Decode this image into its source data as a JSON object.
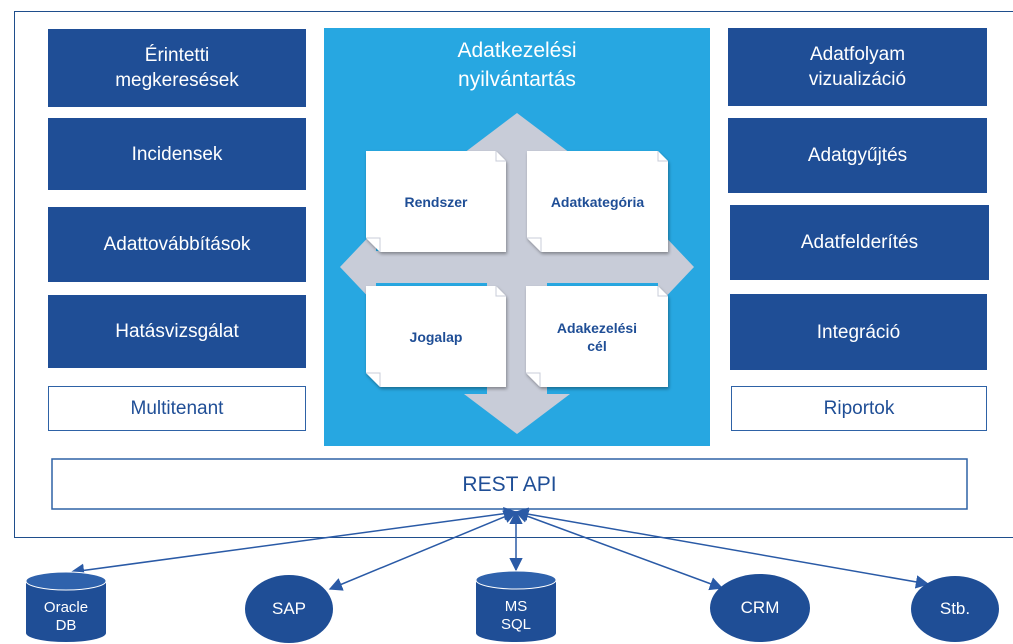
{
  "left_column": [
    {
      "label": "Érintetti megkeresések"
    },
    {
      "label": "Incidensek"
    },
    {
      "label": "Adattovábbítások"
    },
    {
      "label": "Hatásvizsgálat"
    },
    {
      "label": "Multitenant"
    }
  ],
  "right_column": [
    {
      "label": "Adatfolyam vizualizáció"
    },
    {
      "label": "Adatgyűjtés"
    },
    {
      "label": "Adatfelderítés"
    },
    {
      "label": "Integráció"
    },
    {
      "label": "Riportok"
    }
  ],
  "center": {
    "title": "Adatkezelési nyilvántartás",
    "cards": {
      "top_left": "Rendszer",
      "top_right": "Adatkategória",
      "bottom_left": "Jogalap",
      "bottom_right": "Adakezelési cél"
    }
  },
  "api": {
    "label": "REST API"
  },
  "sources": {
    "oracle": "Oracle DB",
    "sap": "SAP",
    "mssql": "MS SQL",
    "crm": "CRM",
    "other": "Stb."
  },
  "colors": {
    "dark_blue": "#1f4e96",
    "light_blue": "#27a7e1",
    "arrow_gray": "#c8ccd8",
    "line_blue": "#2a5aa6"
  }
}
